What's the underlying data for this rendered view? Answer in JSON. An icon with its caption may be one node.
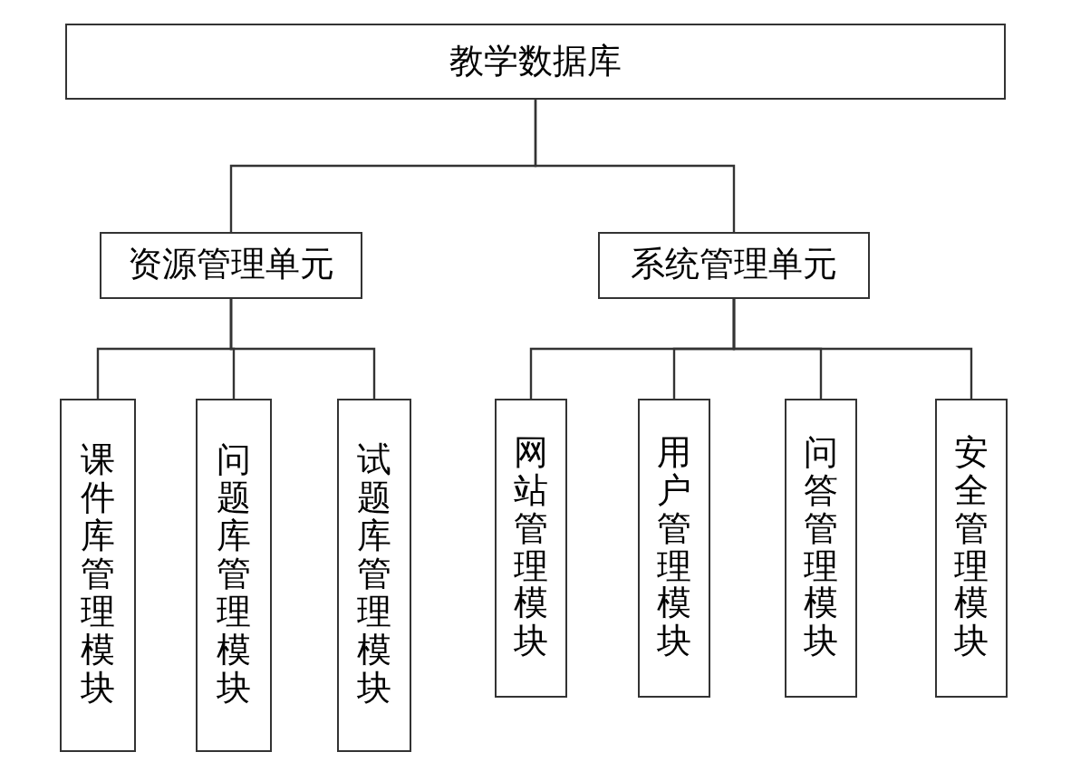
{
  "diagram": {
    "nodes": [
      {
        "text": [
          "教学数据库"
        ]
      },
      {
        "text": [
          "资源管理单元"
        ]
      },
      {
        "text": [
          "系统管理单元"
        ]
      },
      {
        "text": [
          "课件库管理模块"
        ]
      },
      {
        "text": [
          "问题库管理模块"
        ]
      },
      {
        "text": [
          "试题库管理模块"
        ]
      },
      {
        "text": [
          "网站管理模块"
        ]
      },
      {
        "text": [
          "用户管理模块"
        ]
      },
      {
        "text": [
          "问答管理模块"
        ]
      },
      {
        "text": [
          "安全管理模块"
        ]
      }
    ],
    "edges": [
      {
        "from": 0,
        "to": 1,
        "arrow": "none"
      },
      {
        "from": 0,
        "to": 2,
        "arrow": "none"
      },
      {
        "from": 1,
        "to": 3,
        "arrow": "none"
      },
      {
        "from": 1,
        "to": 4,
        "arrow": "none"
      },
      {
        "from": 1,
        "to": 5,
        "arrow": "none"
      },
      {
        "from": 2,
        "to": 6,
        "arrow": "none"
      },
      {
        "from": 2,
        "to": 7,
        "arrow": "none"
      },
      {
        "from": 2,
        "to": 8,
        "arrow": "none"
      },
      {
        "from": 2,
        "to": 9,
        "arrow": "none"
      }
    ]
  }
}
